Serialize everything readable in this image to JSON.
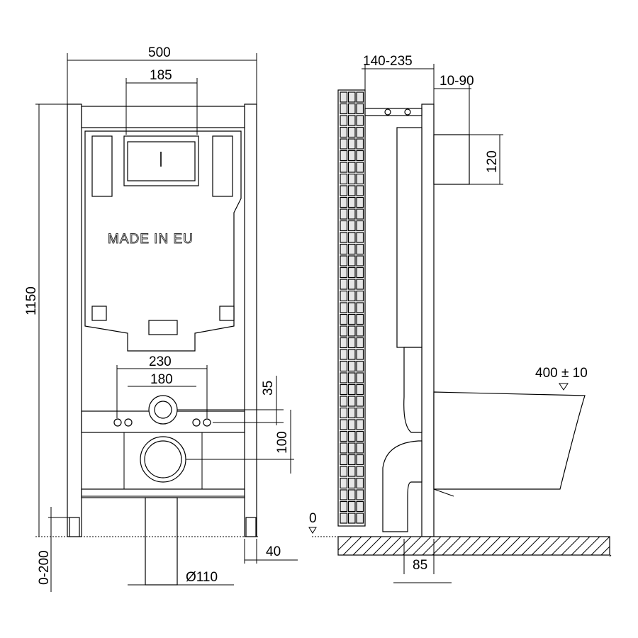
{
  "front_view": {
    "width_label": "500",
    "flush_plate_width_label": "185",
    "height_label": "1150",
    "stamp_text": "MADE IN EU",
    "anchor_outer_label": "230",
    "anchor_inner_label": "180",
    "drain_offset_label": "35",
    "drain_height_label": "100",
    "leg_adjust_label": "0-200",
    "leg_width_label": "40",
    "pipe_diameter_label": "Ø110"
  },
  "side_view": {
    "wall_depth_label": "140-235",
    "plate_depth_label": "10-90",
    "plate_height_label": "120",
    "bowl_height_label": "400 ± 10",
    "floor_level_label": "0",
    "outlet_offset_label": "85"
  }
}
